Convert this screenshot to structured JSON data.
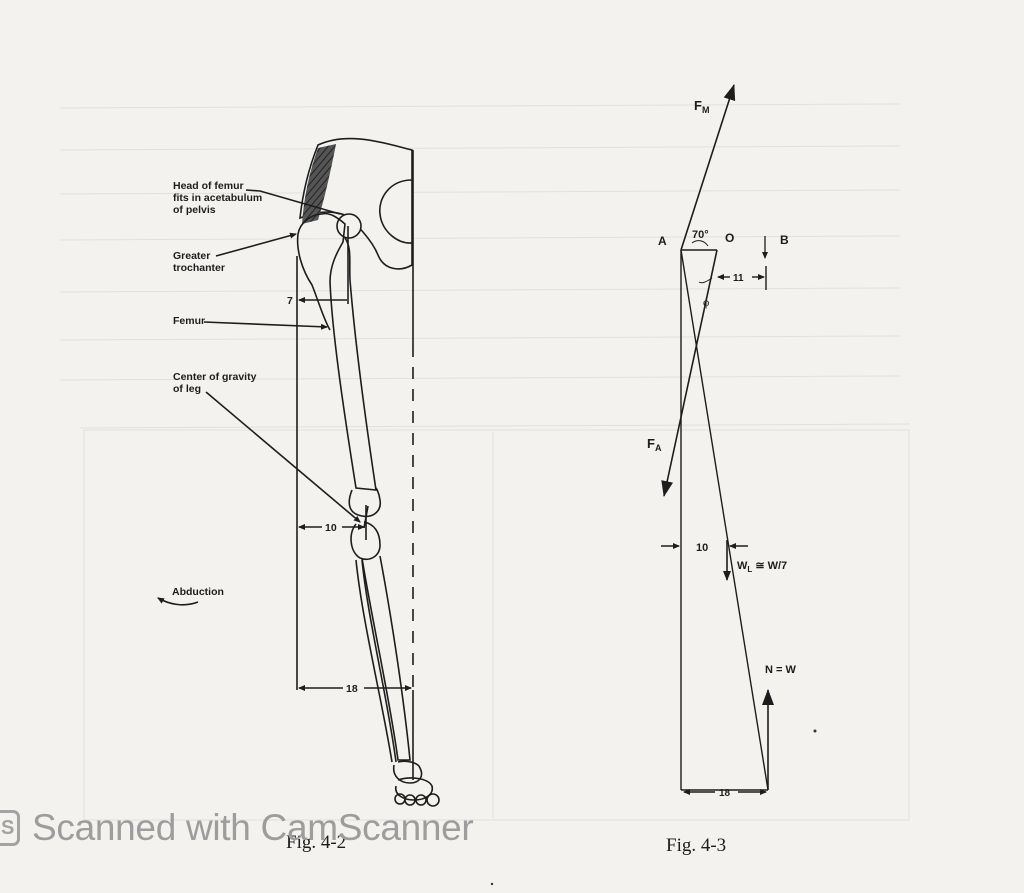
{
  "fig2": {
    "label_head_1": "Head of femur",
    "label_head_2": "fits in acetabulum",
    "label_head_3": "of pelvis",
    "label_greater_1": "Greater",
    "label_greater_2": "trochanter",
    "label_femur": "Femur",
    "label_cog_1": "Center of gravity",
    "label_cog_2": "of leg",
    "label_abduction": "Abduction",
    "dim_7": "7",
    "dim_10": "10",
    "dim_18": "18",
    "caption": "Fig. 4-2"
  },
  "fig3": {
    "force_muscle_main": "F",
    "force_muscle_sub": "M",
    "force_a_main": "F",
    "force_a_sub": "A",
    "point_a": "A",
    "point_o": "O",
    "point_b": "B",
    "angle": "70°",
    "phi": "ϕ",
    "dim_11": "11",
    "dim_10": "10",
    "dim_18": "18",
    "wl_main": "W",
    "wl_sub": "L",
    "wl_rest": " ≅ W/7",
    "normal": "N = W",
    "caption": "Fig. 4-3"
  },
  "watermark": {
    "icon": "S",
    "text": "Scanned with CamScanner"
  },
  "colors": {
    "ink": "#1d1d1d",
    "paper": "#f3f2ef",
    "watermark": "#9d9d9d"
  }
}
